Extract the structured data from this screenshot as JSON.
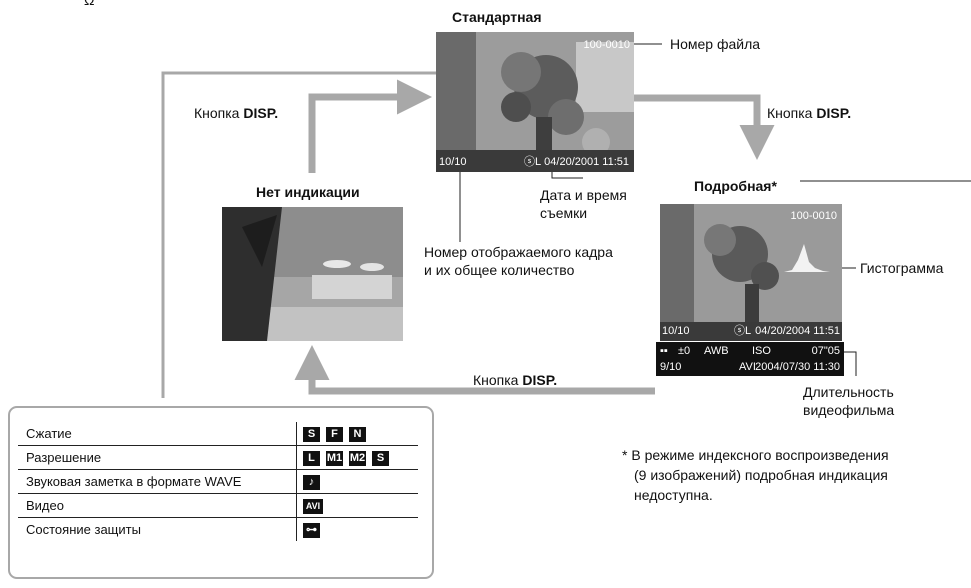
{
  "top_fragment": "Ω",
  "modes": {
    "standard": "Стандартная",
    "none": "Нет индикации",
    "detailed": "Подробная*"
  },
  "button": {
    "prefix": "Кнопка",
    "name": "DISP."
  },
  "annotations": {
    "file_number": "Номер файла",
    "date_line1": "Дата и время",
    "date_line2": "съемки",
    "frame_line1": "Номер отображаемого кадра",
    "frame_line2": "и их общее количество",
    "histogram": "Гистограмма",
    "duration_line1": "Длительность",
    "duration_line2": "видеофильма"
  },
  "standard_overlay": {
    "file_no": "100-0010",
    "frame": "10/10",
    "quality": "ⓢL",
    "datetime": "04/20/2001 11:51"
  },
  "detailed_overlay": {
    "file_no": "100-0010",
    "frame": "10/10",
    "quality": "ⓢL",
    "datetime": "04/20/2004 11:51",
    "strip_row1": [
      "±0",
      "AWB",
      "ISO",
      "07\"05"
    ],
    "strip_row2": [
      "9/10",
      "AVI",
      "2004/07/30 11:30"
    ]
  },
  "footnote": {
    "line1": "* В режиме индексного воспроизведения",
    "line2": "(9 изображений) подробная индикация",
    "line3": "недоступна."
  },
  "legend": {
    "rows": [
      {
        "label": "Сжатие",
        "icons": [
          "S",
          "F",
          "N"
        ]
      },
      {
        "label": "Разрешение",
        "icons": [
          "L",
          "M1",
          "M2",
          "S"
        ]
      },
      {
        "label": "Звуковая заметка в формате WAVE",
        "icons": [
          "♪"
        ]
      },
      {
        "label": "Видео",
        "icons": [
          "AVI"
        ]
      },
      {
        "label": "Состояние защиты",
        "icons": [
          "⊶"
        ]
      }
    ]
  },
  "colors": {
    "arrow": "#a8a8a8",
    "line": "#222222"
  }
}
